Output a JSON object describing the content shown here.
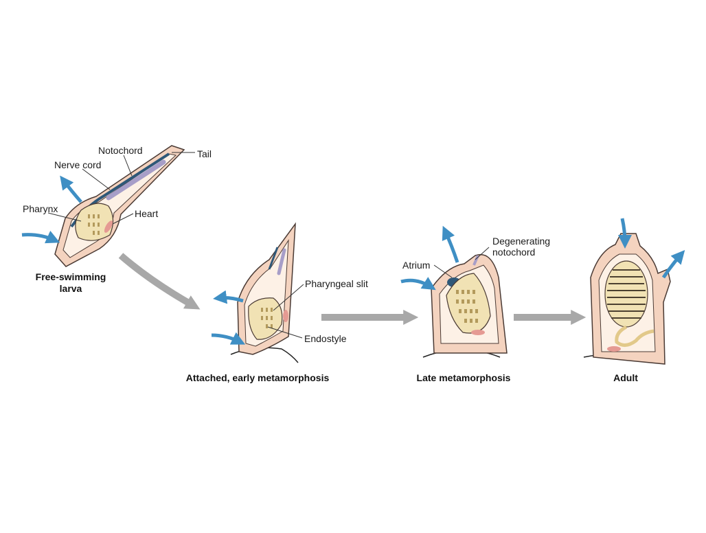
{
  "stages": [
    {
      "id": "larva",
      "caption": "Free-swimming\nlarva"
    },
    {
      "id": "early",
      "caption": "Attached, early metamorphosis"
    },
    {
      "id": "late",
      "caption": "Late metamorphosis"
    },
    {
      "id": "adult",
      "caption": "Adult"
    }
  ],
  "labels": {
    "notochord": "Notochord",
    "tail": "Tail",
    "nerve_cord": "Nerve cord",
    "pharynx": "Pharynx",
    "heart": "Heart",
    "pharyngeal_slit": "Pharyngeal slit",
    "endostyle": "Endostyle",
    "atrium": "Atrium",
    "degenerating_notochord": "Degenerating\nnotochord"
  },
  "colors": {
    "body_wall": "#f4d3bf",
    "outline": "#4a3a34",
    "pharynx": "#f1e2b4",
    "nerve": "#2f5878",
    "notochord": "#a79ec8",
    "heart": "#e59a93",
    "water_arrow": "#3f8fc4",
    "stage_arrow": "#a8a8a8"
  }
}
